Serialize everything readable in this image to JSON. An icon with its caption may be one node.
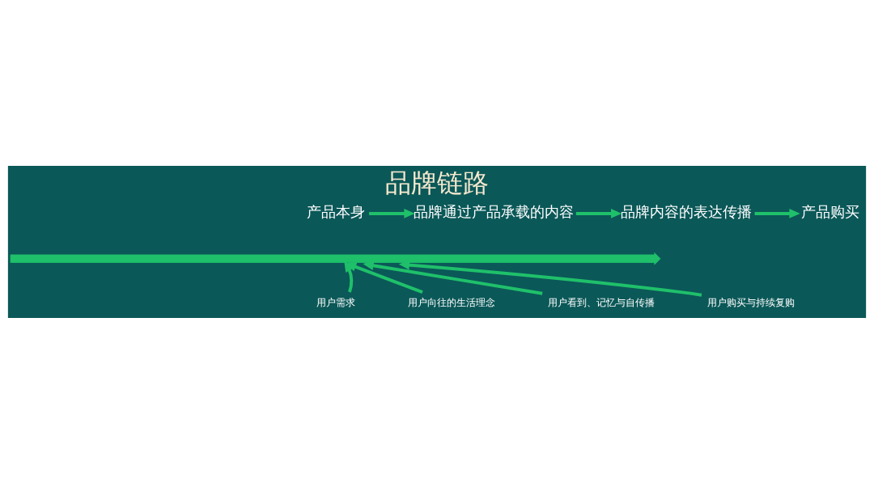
{
  "diagram": {
    "title": "品牌链路",
    "nodes": [
      {
        "text": [
          "产品本身"
        ]
      },
      {
        "text": [
          "品牌通过产品承载的内容"
        ]
      },
      {
        "text": [
          "品牌内容的表达传播"
        ]
      },
      {
        "text": [
          "产品购买"
        ]
      },
      {
        "text": [],
        "shape": "bar"
      },
      {
        "text": [
          "用户需求"
        ]
      },
      {
        "text": [
          "用户向往的生活理念"
        ]
      },
      {
        "text": [
          "用户看到、记忆与自传播"
        ]
      },
      {
        "text": [
          "用户购买与持续复购"
        ]
      }
    ],
    "edges": [
      {
        "from": 0,
        "to": 1,
        "arrow": "to"
      },
      {
        "from": 1,
        "to": 2,
        "arrow": "to"
      },
      {
        "from": 2,
        "to": 3,
        "arrow": "to"
      },
      {
        "from": 5,
        "to": 4,
        "arrow": "to"
      },
      {
        "from": 6,
        "to": 4,
        "arrow": "to"
      },
      {
        "from": 7,
        "to": 4,
        "arrow": "to"
      },
      {
        "from": 8,
        "to": 4,
        "arrow": "to"
      }
    ]
  }
}
